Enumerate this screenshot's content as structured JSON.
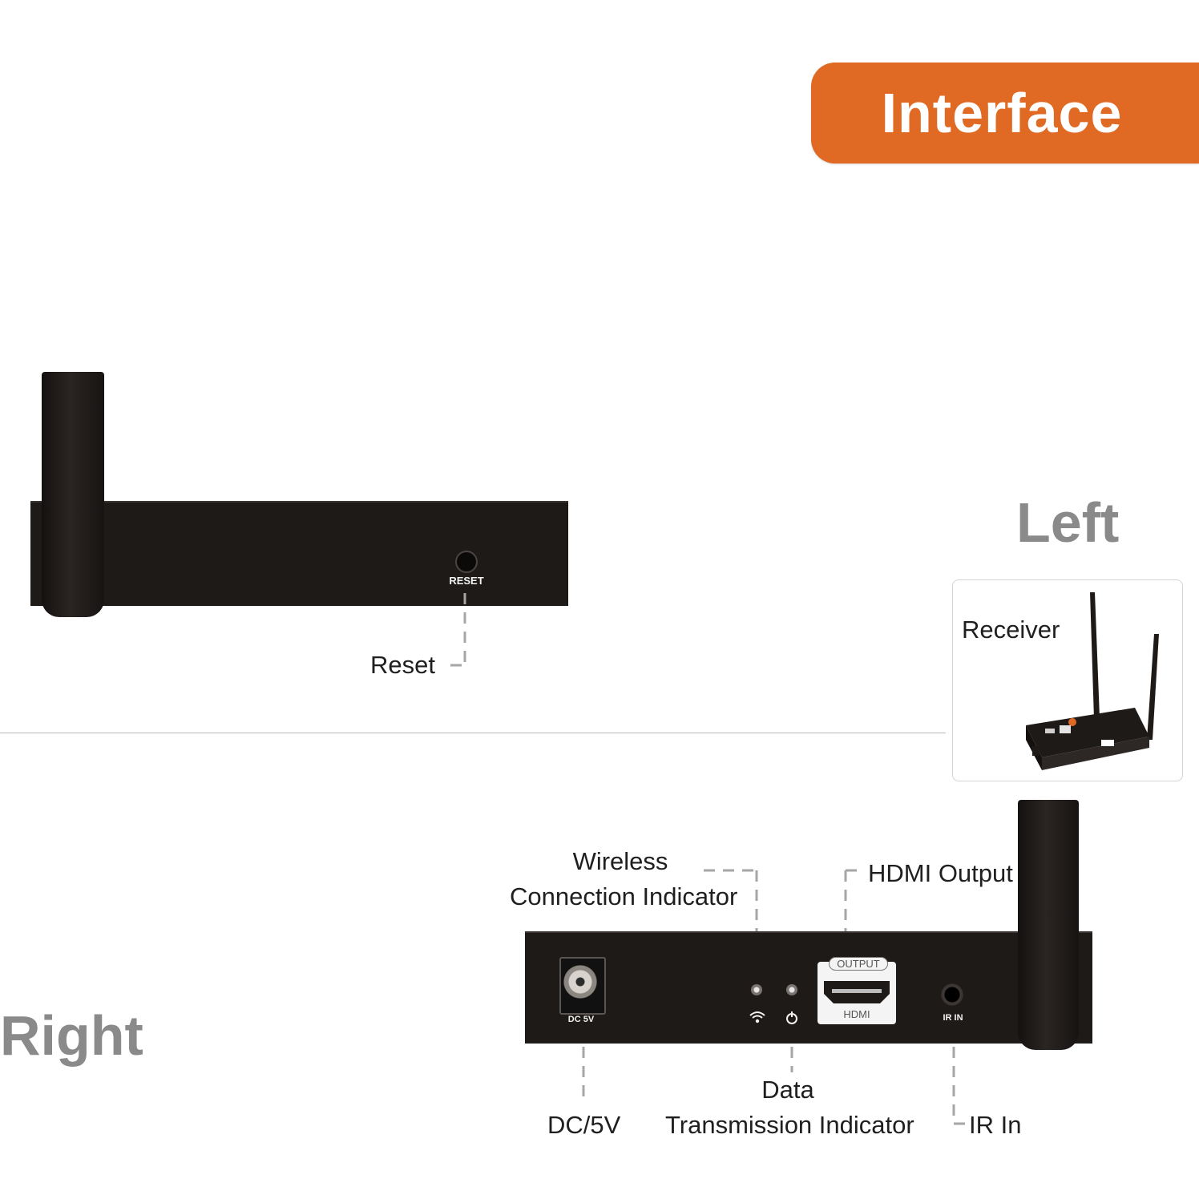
{
  "header": {
    "title": "Interface"
  },
  "sides": {
    "left": "Left",
    "right": "Right"
  },
  "left_device": {
    "port_label": "RESET",
    "callout": "Reset"
  },
  "receiver_card": {
    "label": "Receiver"
  },
  "right_device": {
    "dc_port_label": "DC 5V",
    "hdmi_top_label": "OUTPUT",
    "hdmi_bottom_label": "HDMI",
    "ir_port_label": "IR IN",
    "callouts": {
      "wireless_line1": "Wireless",
      "wireless_line2": "Connection Indicator",
      "hdmi_output": "HDMI Output",
      "data_line1": "Data",
      "data_line2": "Transmission Indicator",
      "dc": "DC/5V",
      "ir": "IR In"
    }
  },
  "colors": {
    "accent": "#e06a23",
    "device": "#1e1a18",
    "side_label": "#8a8a8a"
  }
}
